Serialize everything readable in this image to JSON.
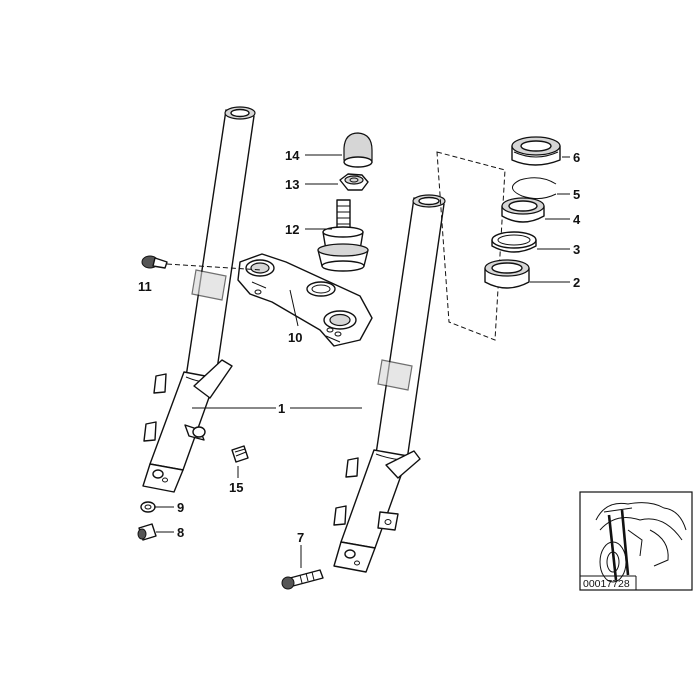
{
  "diagram": {
    "reference_number": "00017728",
    "callouts": [
      {
        "id": "1",
        "label": "1"
      },
      {
        "id": "2",
        "label": "2"
      },
      {
        "id": "3",
        "label": "3"
      },
      {
        "id": "4",
        "label": "4"
      },
      {
        "id": "5",
        "label": "5"
      },
      {
        "id": "6",
        "label": "6"
      },
      {
        "id": "7",
        "label": "7"
      },
      {
        "id": "8",
        "label": "8"
      },
      {
        "id": "9",
        "label": "9"
      },
      {
        "id": "10",
        "label": "10"
      },
      {
        "id": "11",
        "label": "11"
      },
      {
        "id": "12",
        "label": "12"
      },
      {
        "id": "13",
        "label": "13"
      },
      {
        "id": "14",
        "label": "14"
      },
      {
        "id": "15",
        "label": "15"
      }
    ]
  }
}
